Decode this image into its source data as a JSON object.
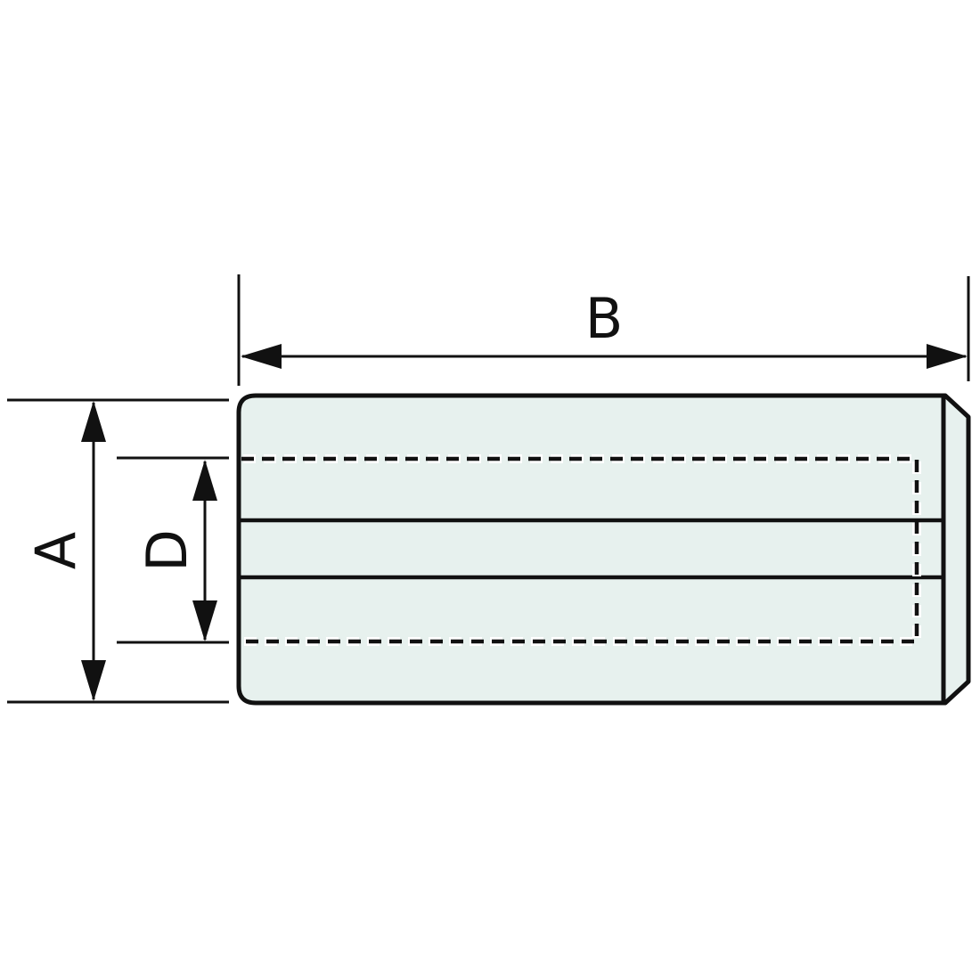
{
  "diagram": {
    "dimensions": {
      "b": {
        "label": "B"
      },
      "a": {
        "label": "A"
      },
      "d": {
        "label": "D"
      }
    },
    "colors": {
      "background": "#ffffff",
      "part_fill": "#e7f1ee",
      "line": "#111111"
    }
  }
}
